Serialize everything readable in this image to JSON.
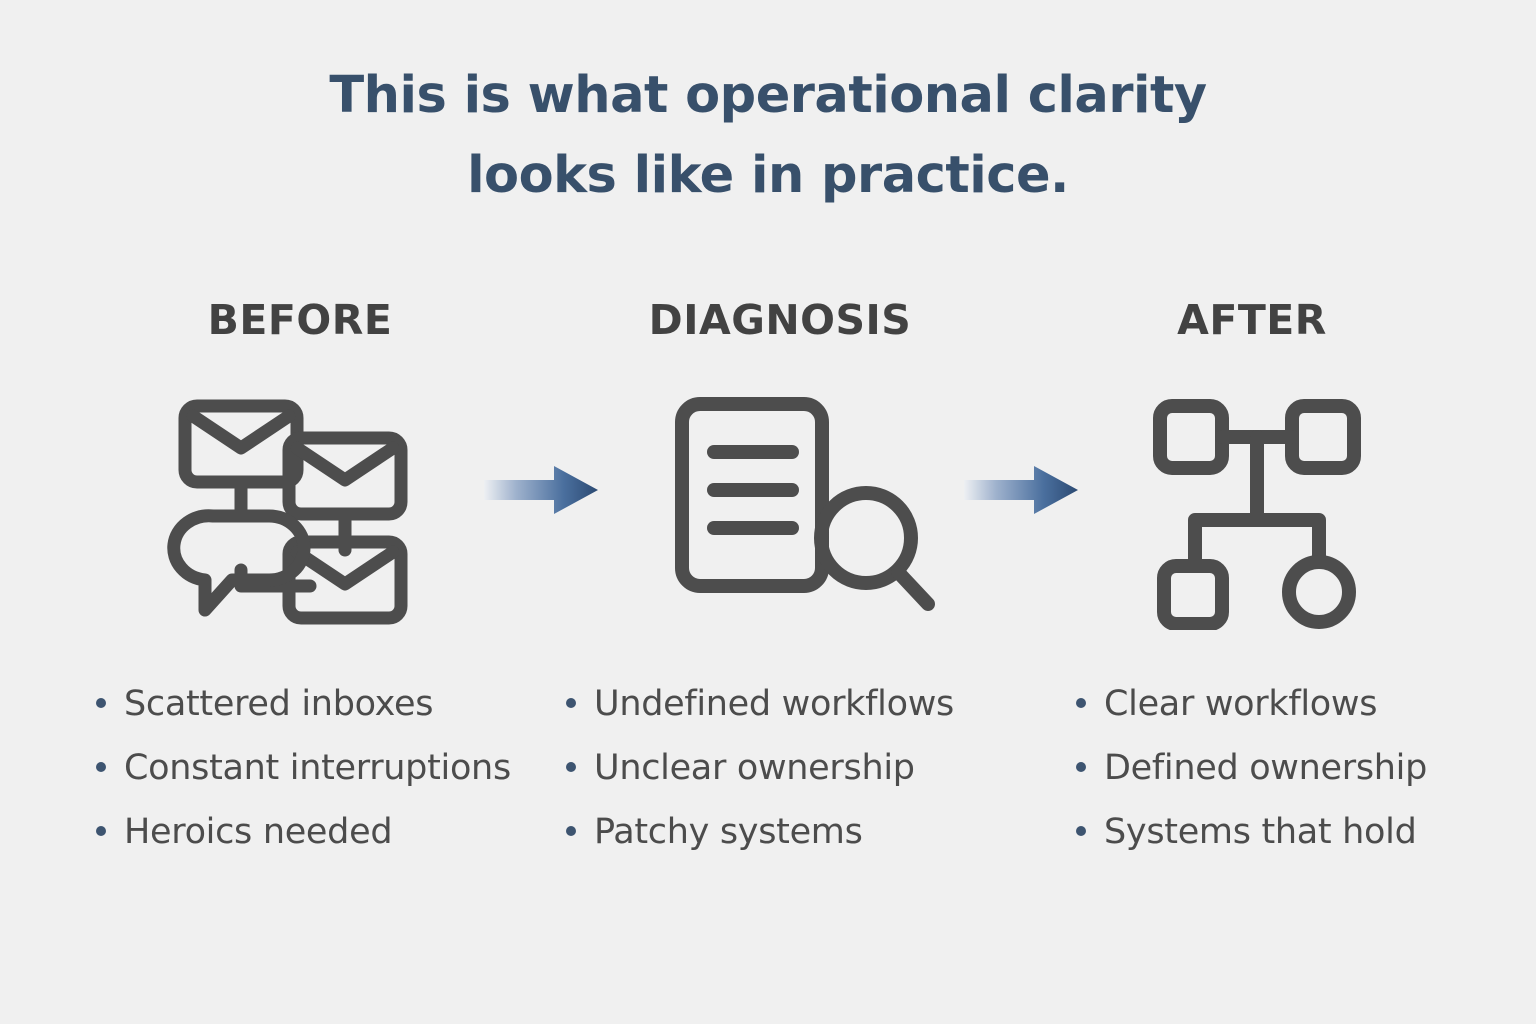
{
  "page": {
    "background_color": "#f0f0f0",
    "title_color": "#38506b",
    "header_color": "#424242",
    "icon_stroke_color": "#4d4d4d",
    "bullet_dot_color": "#3d5470",
    "bullet_text_color": "#4c4c4c",
    "arrow_gradient_from": "#eef0f3",
    "arrow_gradient_to": "#2c4a72"
  },
  "title": {
    "line1": "This is what operational clarity",
    "line2": "looks like in practice."
  },
  "columns": [
    {
      "header": "BEFORE",
      "icon_name": "scattered-inboxes-icon",
      "bullets": [
        "Scattered inboxes",
        "Constant interruptions",
        "Heroics needed"
      ]
    },
    {
      "header": "DIAGNOSIS",
      "icon_name": "document-magnifier-icon",
      "bullets": [
        "Undefined workflows",
        "Unclear ownership",
        "Patchy systems"
      ]
    },
    {
      "header": "AFTER",
      "icon_name": "org-chart-icon",
      "bullets": [
        "Clear workflows",
        "Defined ownership",
        "Systems that hold"
      ]
    }
  ],
  "arrows": [
    {
      "name": "arrow-before-to-diagnosis",
      "direction": "right"
    },
    {
      "name": "arrow-diagnosis-to-after",
      "direction": "right"
    }
  ]
}
